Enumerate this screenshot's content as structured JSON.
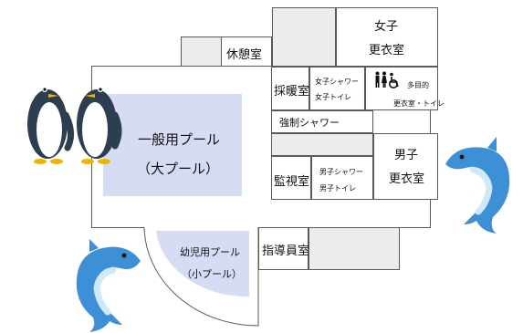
{
  "rooms": {
    "rest_room": "休憩室",
    "womens_locker_line1": "女子",
    "womens_locker_line2": "更衣室",
    "first_aid_room": "採暖室",
    "womens_shower": "女子シャワー",
    "womens_toilet": "女子トイレ",
    "multipurpose": "多目的",
    "multipurpose_sub": "更衣室・トイレ",
    "forced_shower": "強制シャワー",
    "main_pool_line1": "一般用プール",
    "main_pool_line2": "（大プール）",
    "mens_locker_line1": "男子",
    "mens_locker_line2": "更衣室",
    "monitor_room": "監視室",
    "mens_shower": "男子シャワー",
    "mens_toilet": "男子トイレ",
    "kids_pool_line1": "幼児用プール",
    "kids_pool_line2": "（小プール）",
    "instructor_room": "指導員室"
  },
  "icons": [
    "penguin-pair-icon",
    "dolphin-icon",
    "wheelchair-accessible-icon",
    "man-icon",
    "woman-icon"
  ],
  "colors": {
    "pool": "#d6dcf3",
    "wall": "#5a5a5a",
    "shaded_room": "#ececec",
    "dolphin": "#3d8fd6",
    "penguin": "#2d3e50"
  }
}
